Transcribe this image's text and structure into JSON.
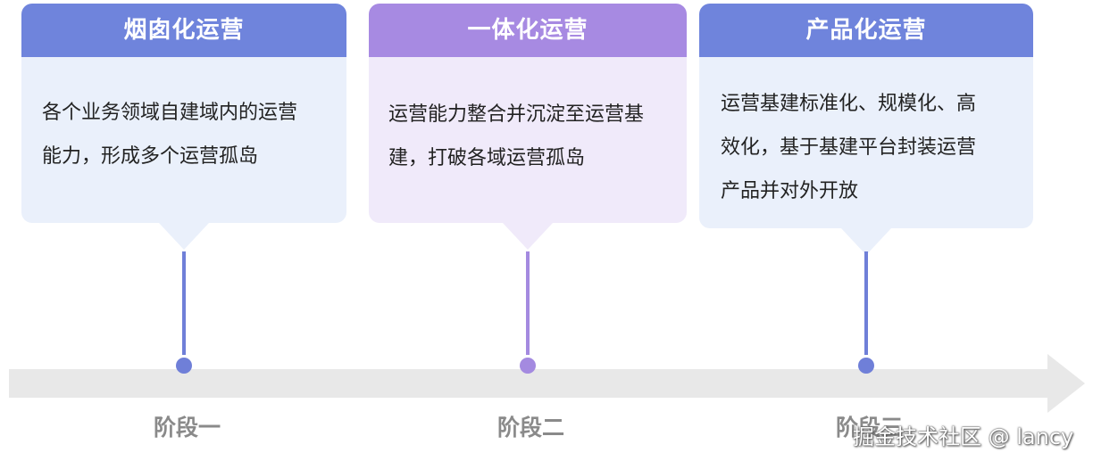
{
  "phases": [
    {
      "title": "烟囱化运营",
      "lines": [
        "各个业务领域自建域内的运营",
        "能力，形成多个运营孤岛"
      ],
      "stage": "阶段一",
      "header_color": "#6f84dc",
      "accent_color": "#6f7fd8"
    },
    {
      "title": "一体化运营",
      "lines": [
        "运营能力整合并沉淀至运营基",
        "建，打破各域运营孤岛"
      ],
      "stage": "阶段二",
      "header_color": "#a78ae2",
      "accent_color": "#a48ae0"
    },
    {
      "title": "产品化运营",
      "lines": [
        "运营基建标准化、规模化、高",
        "效化，基于基建平台封装运营",
        "产品并对外开放"
      ],
      "stage": "阶段三",
      "header_color": "#6f84dc",
      "accent_color": "#6f7fd8"
    }
  ],
  "watermark": "掘金技术社区 @ lancy"
}
